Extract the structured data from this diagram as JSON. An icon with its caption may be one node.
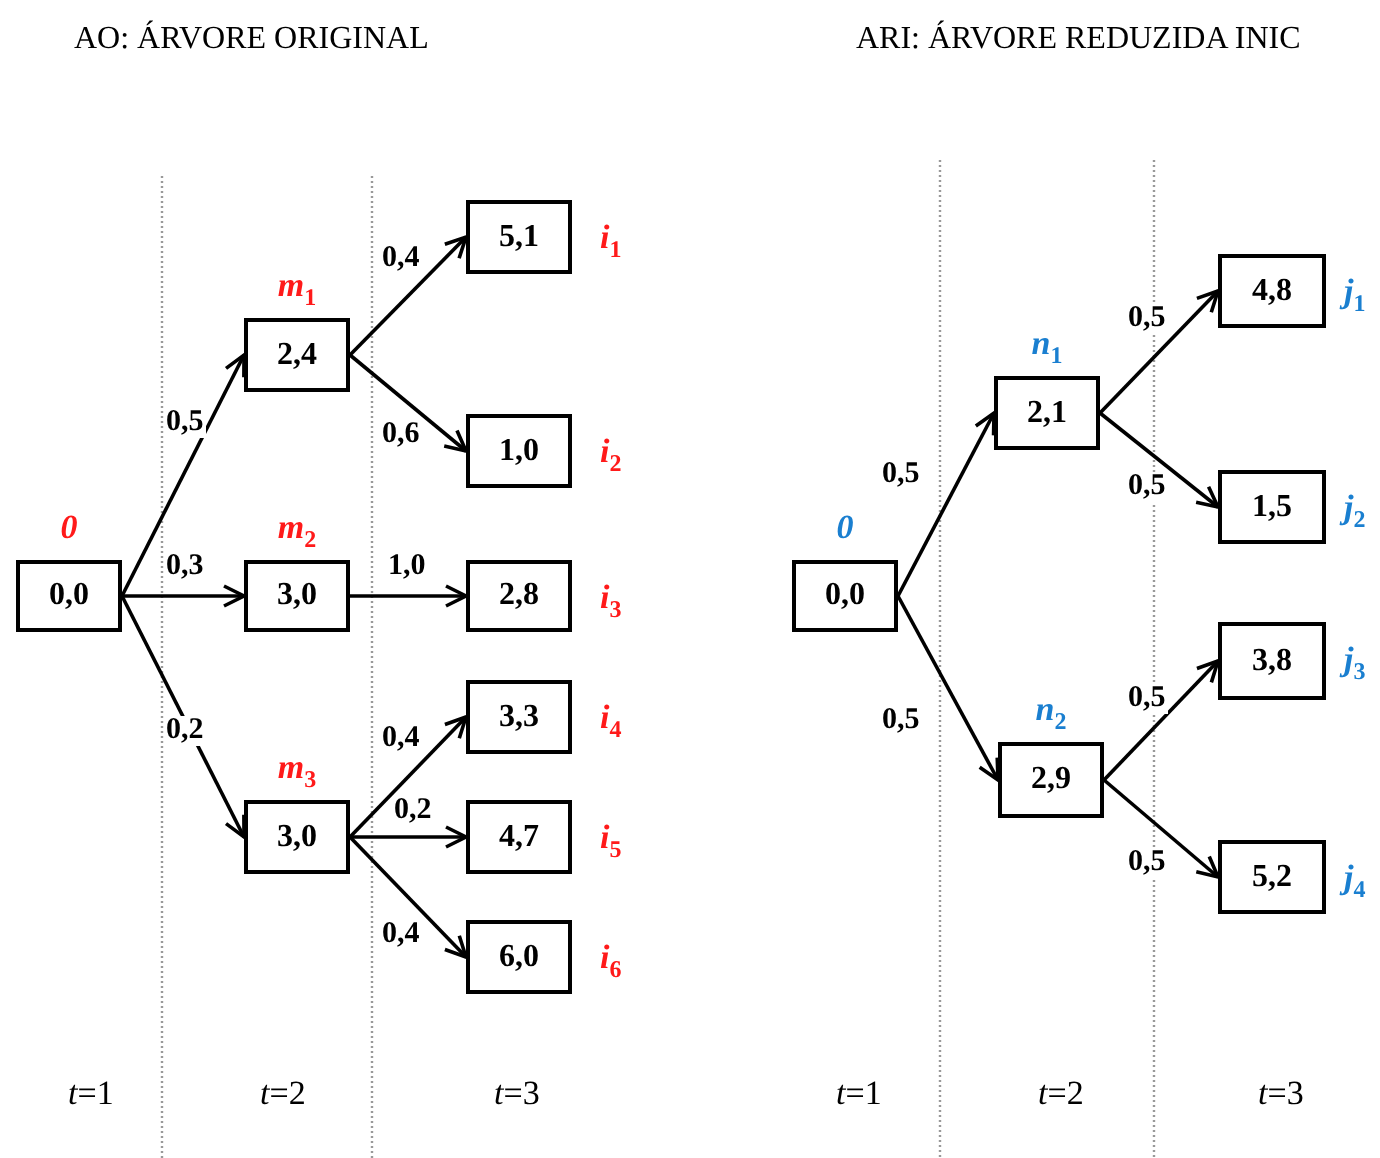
{
  "diagram": {
    "nodes": [
      {
        "text": [
          "0,0"
        ],
        "beside": [
          "0"
        ]
      },
      {
        "text": [
          "2,4"
        ],
        "beside": [
          "m$_{1}$"
        ]
      },
      {
        "text": [
          "3,0"
        ],
        "beside": [
          "m$_{2}$"
        ]
      },
      {
        "text": [
          "3,0"
        ],
        "beside": [
          "m$_{3}$"
        ]
      },
      {
        "text": [
          "5,1"
        ],
        "beside": [
          "i$_{1}$"
        ]
      },
      {
        "text": [
          "1,0"
        ],
        "beside": [
          "i$_{2}$"
        ]
      },
      {
        "text": [
          "2,8"
        ],
        "beside": [
          "i$_{3}$"
        ]
      },
      {
        "text": [
          "3,3"
        ],
        "beside": [
          "i$_{4}$"
        ]
      },
      {
        "text": [
          "4,7"
        ],
        "beside": [
          "i$_{5}$"
        ]
      },
      {
        "text": [
          "6,0"
        ],
        "beside": [
          "i$_{6}$"
        ]
      },
      {
        "text": [
          "0,0"
        ],
        "beside": [
          "0"
        ]
      },
      {
        "text": [
          "2,1"
        ],
        "beside": [
          "n$_{1}$"
        ]
      },
      {
        "text": [
          "2,9"
        ],
        "beside": [
          "n$_{2}$"
        ]
      },
      {
        "text": [
          "4,8"
        ],
        "beside": [
          "j$_{1}$"
        ]
      },
      {
        "text": [
          "1,5"
        ],
        "beside": [
          "j$_{2}$"
        ]
      },
      {
        "text": [
          "3,8"
        ],
        "beside": [
          "j$_{3}$"
        ]
      },
      {
        "text": [
          "5,2"
        ],
        "beside": [
          "j$_{4}$"
        ]
      }
    ],
    "edges": [
      {
        "from": 0,
        "to": 1,
        "arrow": "to",
        "label": "0,5"
      },
      {
        "from": 0,
        "to": 2,
        "arrow": "to",
        "label": "0,3"
      },
      {
        "from": 0,
        "to": 3,
        "arrow": "to",
        "label": "0,2"
      },
      {
        "from": 1,
        "to": 4,
        "arrow": "to",
        "label": "0,4"
      },
      {
        "from": 1,
        "to": 5,
        "arrow": "to",
        "label": "0,6"
      },
      {
        "from": 2,
        "to": 6,
        "arrow": "to",
        "label": "1,0"
      },
      {
        "from": 3,
        "to": 7,
        "arrow": "to",
        "label": "0,4"
      },
      {
        "from": 3,
        "to": 8,
        "arrow": "to",
        "label": "0,2"
      },
      {
        "from": 3,
        "to": 9,
        "arrow": "to",
        "label": "0,4"
      },
      {
        "from": 10,
        "to": 11,
        "arrow": "to",
        "label": "0,5"
      },
      {
        "from": 10,
        "to": 12,
        "arrow": "to",
        "label": "0,5"
      },
      {
        "from": 11,
        "to": 13,
        "arrow": "to",
        "label": "0,5"
      },
      {
        "from": 11,
        "to": 14,
        "arrow": "to",
        "label": "0,5"
      },
      {
        "from": 12,
        "to": 15,
        "arrow": "to",
        "label": "0,5"
      },
      {
        "from": 12,
        "to": 16,
        "arrow": "to",
        "label": "0,5"
      }
    ],
    "labels": [
      "AO: ÁRVORE ORIGINAL",
      "ARI: ÁRVORE REDUZIDA INIC",
      "*t*=1",
      "*t*=2",
      "*t*=3",
      "*t*=1",
      "*t*=2",
      "*t*=3"
    ]
  }
}
